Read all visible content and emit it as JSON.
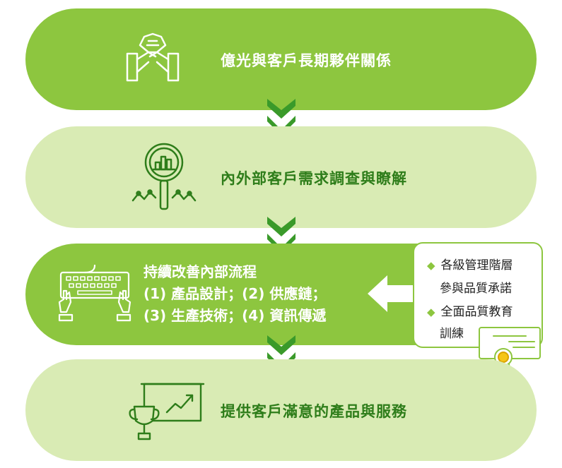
{
  "steps": [
    {
      "label": "億光與客戶長期夥伴關係"
    },
    {
      "label": "內外部客戶需求調查與瞭解"
    },
    {
      "lines": [
        "持續改善內部流程",
        "(1) 產品設計；(2) 供應鏈；",
        "(3) 生產技術；(4) 資訊傳遞"
      ]
    },
    {
      "label": "提供客戶滿意的產品與服務"
    }
  ],
  "side_box": {
    "items": [
      {
        "bullet": "◆",
        "line1": "各級管理階層",
        "line2": "參與品質承諾"
      },
      {
        "bullet": "◆",
        "line1": "全面品質教育",
        "line2": "訓練"
      }
    ]
  },
  "colors": {
    "green_dark": "#8dc63f",
    "green_light": "#d9ebb4",
    "text_green": "#2e7d1a",
    "chevron": "#3a9a2a"
  },
  "icons": [
    "handshake-icon",
    "magnifier-chart-icon",
    "keyboard-hands-icon",
    "trophy-chart-icon",
    "certificate-icon"
  ]
}
